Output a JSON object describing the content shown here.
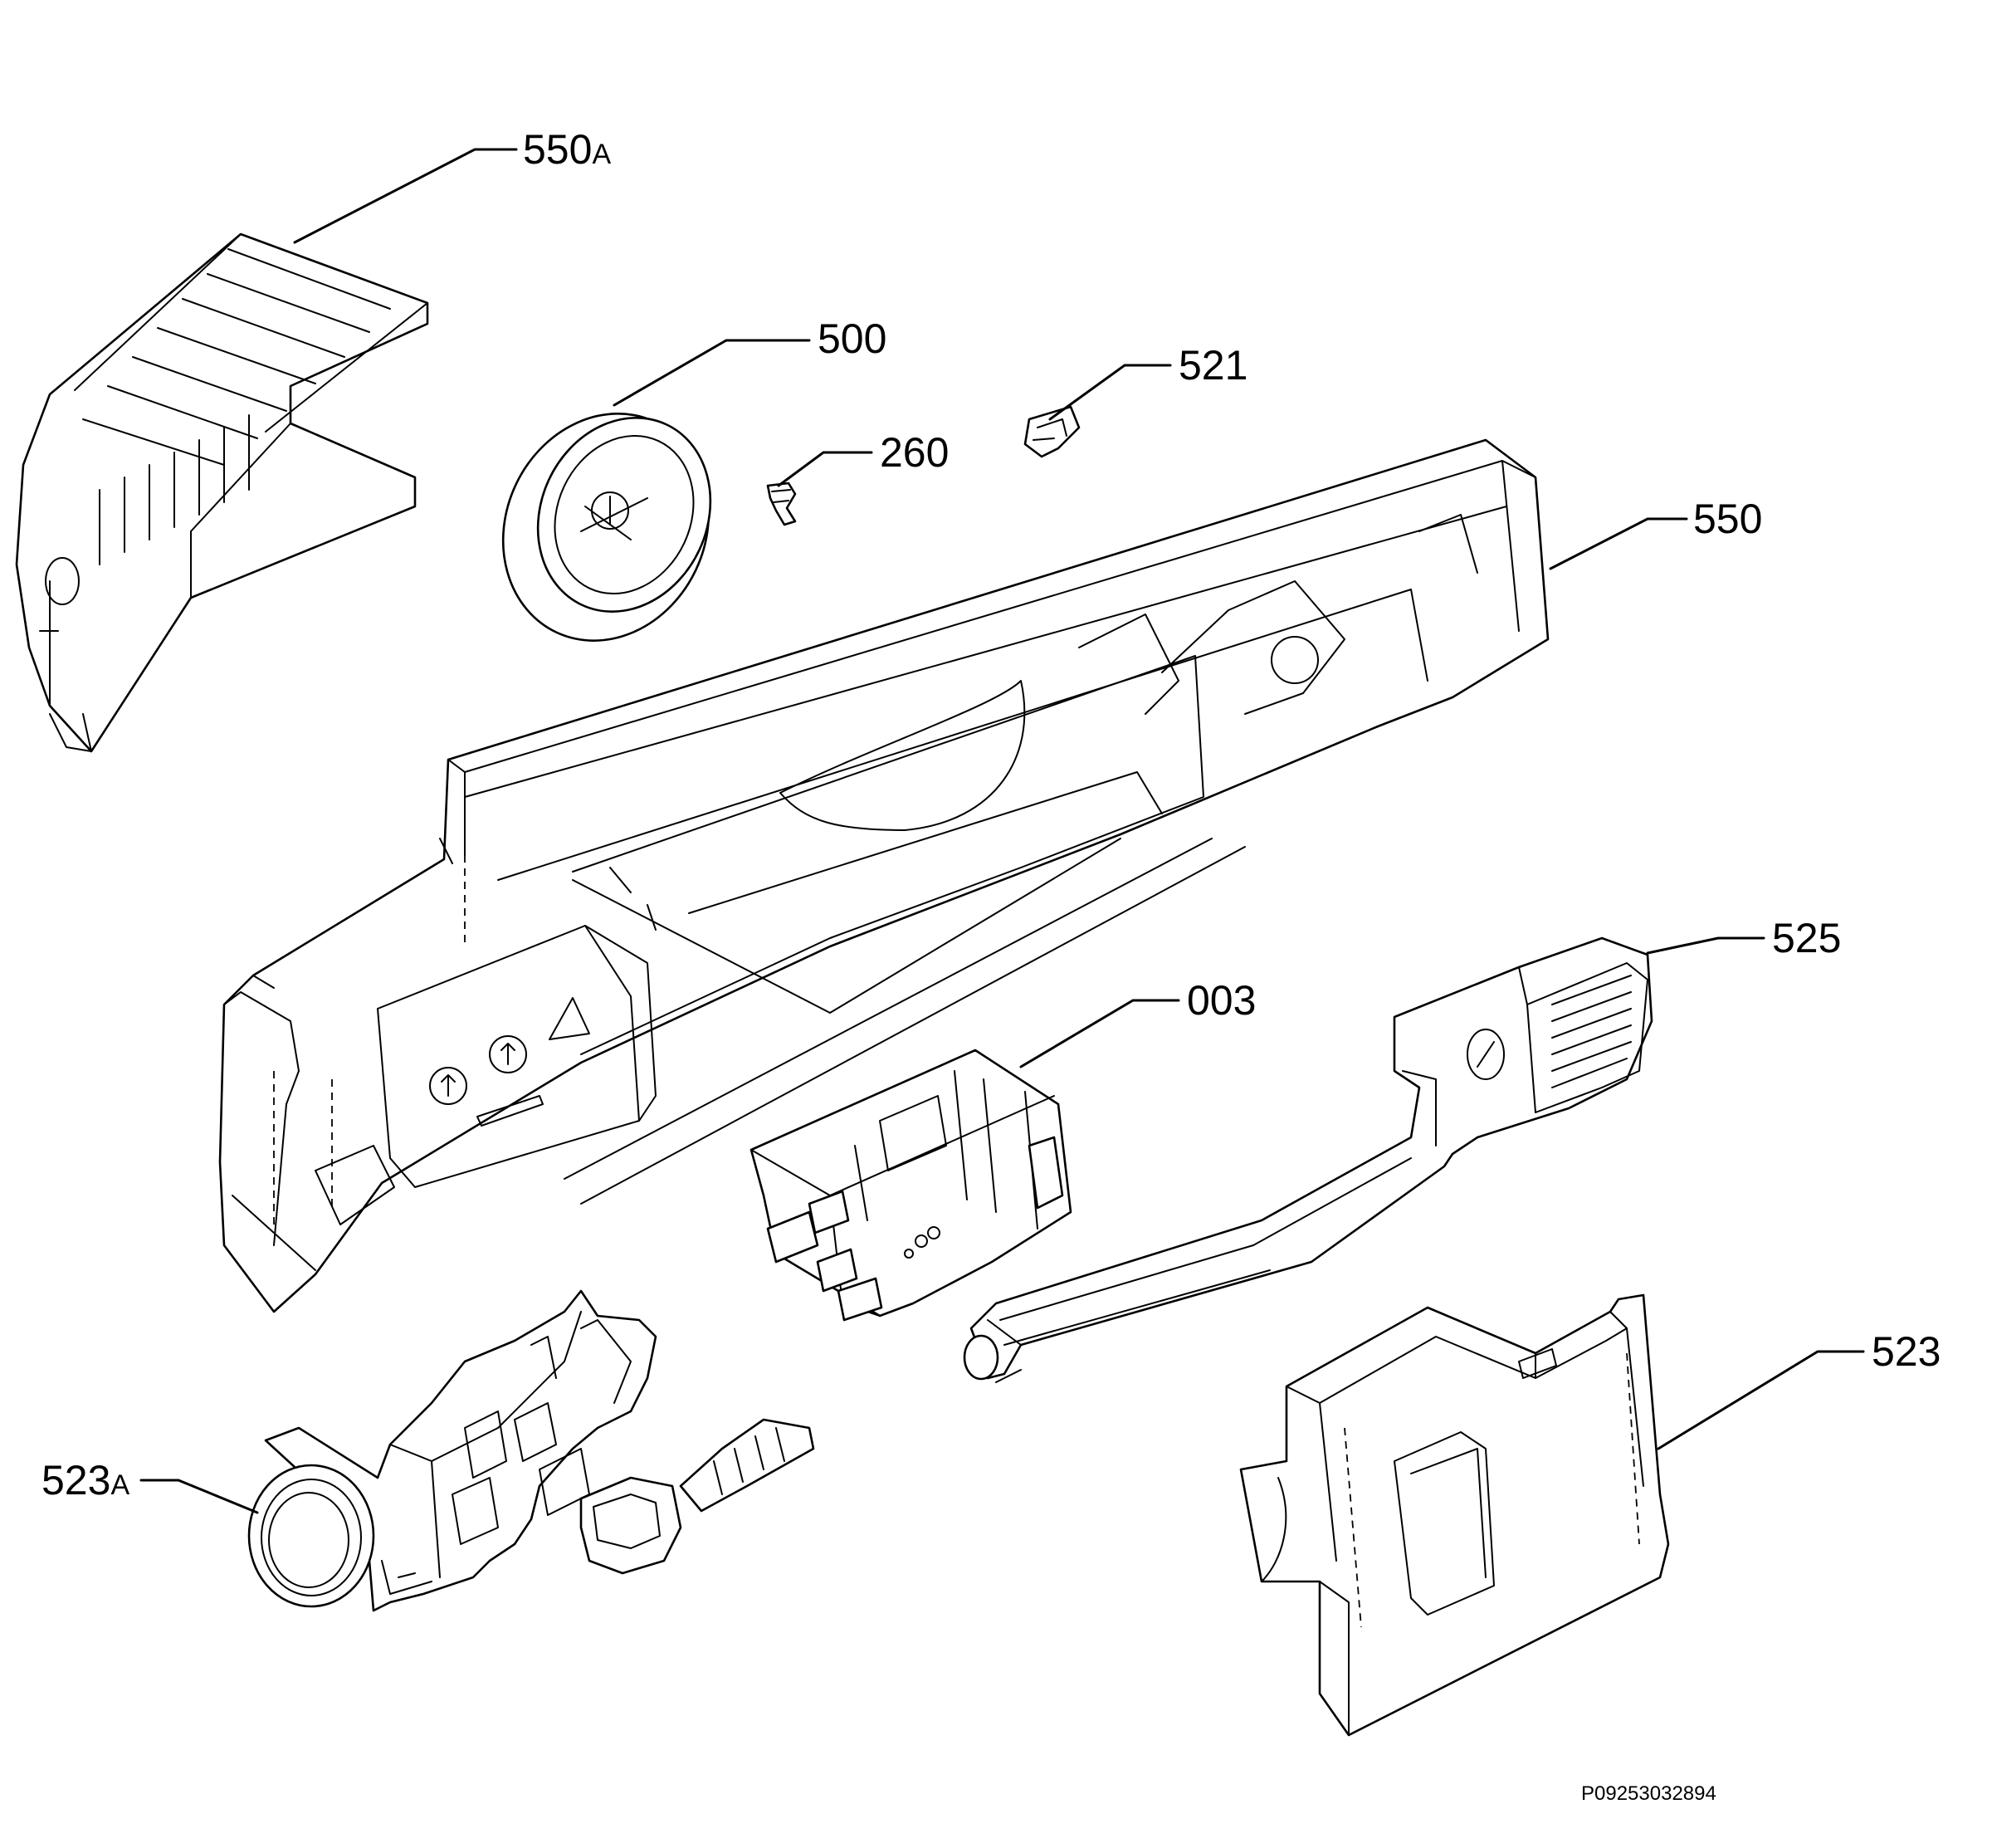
{
  "parts": [
    {
      "id": "550A",
      "number": "550",
      "suffix": "A"
    },
    {
      "id": "500",
      "number": "500",
      "suffix": ""
    },
    {
      "id": "521",
      "number": "521",
      "suffix": ""
    },
    {
      "id": "260",
      "number": "260",
      "suffix": ""
    },
    {
      "id": "550",
      "number": "550",
      "suffix": ""
    },
    {
      "id": "525",
      "number": "525",
      "suffix": ""
    },
    {
      "id": "003",
      "number": "003",
      "suffix": ""
    },
    {
      "id": "523",
      "number": "523",
      "suffix": ""
    },
    {
      "id": "523A",
      "number": "523",
      "suffix": "A"
    }
  ],
  "drawing_code": "P09253032894",
  "colors": {
    "line": "#000000",
    "background": "#ffffff"
  }
}
